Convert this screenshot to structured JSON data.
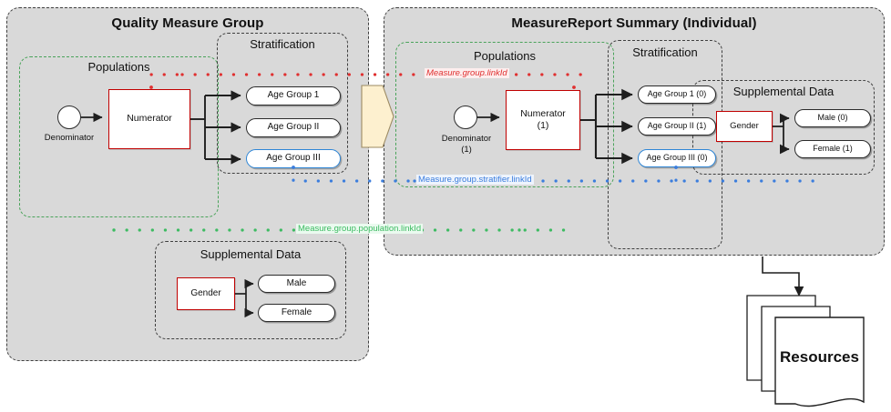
{
  "diagram": {
    "title_left": "Quality Measure Group",
    "title_right": "MeasureReport Summary (Individual)",
    "colors": {
      "panel_fill": "#d9d9d9",
      "panel_border": "#3f3f3f",
      "red_accent": "#c00000",
      "blue_accent": "#2f86d6",
      "green_accent": "#4aa35a",
      "connector_yellow": "#fdf0cf",
      "trace_red": "#e03030",
      "trace_blue": "#3b7ddd",
      "trace_green": "#3dbb62"
    }
  },
  "left_panel": {
    "title": "Quality Measure Group",
    "populations": {
      "title": "Populations",
      "denominator_label": "Denominator",
      "numerator_label": "Numerator"
    },
    "stratification": {
      "title": "Stratification",
      "items": [
        {
          "label": "Age Group 1",
          "style": "black"
        },
        {
          "label": "Age Group II",
          "style": "black"
        },
        {
          "label": "Age Group III",
          "style": "blue"
        }
      ]
    },
    "supplemental": {
      "title": "Supplemental Data",
      "source_label": "Gender",
      "items": [
        {
          "label": "Male"
        },
        {
          "label": "Female"
        }
      ]
    }
  },
  "right_panel": {
    "title": "MeasureReport Summary (Individual)",
    "populations": {
      "title": "Populations",
      "denominator_label": "Denominator",
      "denominator_count": "(1)",
      "numerator_label": "Numerator",
      "numerator_count": "(1)"
    },
    "stratification": {
      "title": "Stratification",
      "items": [
        {
          "label": "Age Group 1 (0)",
          "style": "black"
        },
        {
          "label": "Age Group II (1)",
          "style": "black"
        },
        {
          "label": "Age Group III (0)",
          "style": "blue"
        }
      ]
    },
    "supplemental": {
      "title": "Supplemental Data",
      "source_label": "Gender",
      "items": [
        {
          "label": "Male (0)"
        },
        {
          "label": "Female (1)"
        }
      ]
    }
  },
  "traces": {
    "group": "Measure.group.linkId",
    "stratifier": "Measure.group.stratifier.linkId",
    "population": "Measure.group.population.linkId"
  },
  "output": {
    "label": "Resources"
  }
}
